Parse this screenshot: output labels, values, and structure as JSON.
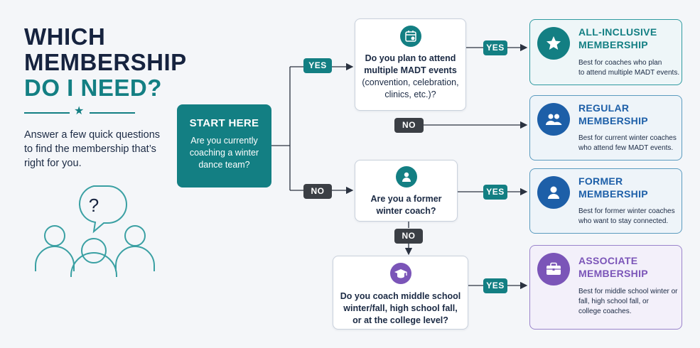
{
  "heading": {
    "line1": "WHICH",
    "line2": "MEMBERSHIP",
    "line3": "DO I NEED?",
    "subtitle": "Answer a few quick questions to find the membership that’s right for you."
  },
  "illustration": {
    "bubble": "?"
  },
  "start": {
    "title": "START HERE",
    "question": "Are you currently coaching a winter dance team?"
  },
  "questions": {
    "q_events": {
      "line1": "Do you plan to attend",
      "line2": "multiple MADT events",
      "line3": "(convention, celebration,",
      "line4": "clinics, etc.)?"
    },
    "q_former": {
      "line1": "Are you a former",
      "line2": "winter coach?"
    },
    "q_middle": {
      "line1": "Do you coach middle school",
      "line2": "winter/fall, high school fall,",
      "line3": "or at the college level?"
    }
  },
  "pills": {
    "yes": "YES",
    "no": "NO"
  },
  "results": [
    {
      "name1": "ALL-INCLUSIVE",
      "name2": "MEMBERSHIP",
      "desc1": "Best for coaches who plan",
      "desc2": "to attend multiple MADT events.",
      "color": "#137f83",
      "icon": "star-icon"
    },
    {
      "name1": "REGULAR",
      "name2": "MEMBERSHIP",
      "desc1": "Best for current winter coaches",
      "desc2": "who attend few MADT events.",
      "color": "#1d5fa8",
      "icon": "group-icon"
    },
    {
      "name1": "FORMER",
      "name2": "MEMBERSHIP",
      "desc1": "Best for former winter coaches",
      "desc2": "who want to stay connected.",
      "color": "#1d5fa8",
      "icon": "person-icon"
    },
    {
      "name1": "ASSOCIATE",
      "name2": "MEMBERSHIP",
      "desc1": "Best for middle school winter or",
      "desc2": "fall, high school fall, or",
      "desc3": "college coaches.",
      "color": "#7b55b8",
      "icon": "briefcase-icon"
    }
  ]
}
